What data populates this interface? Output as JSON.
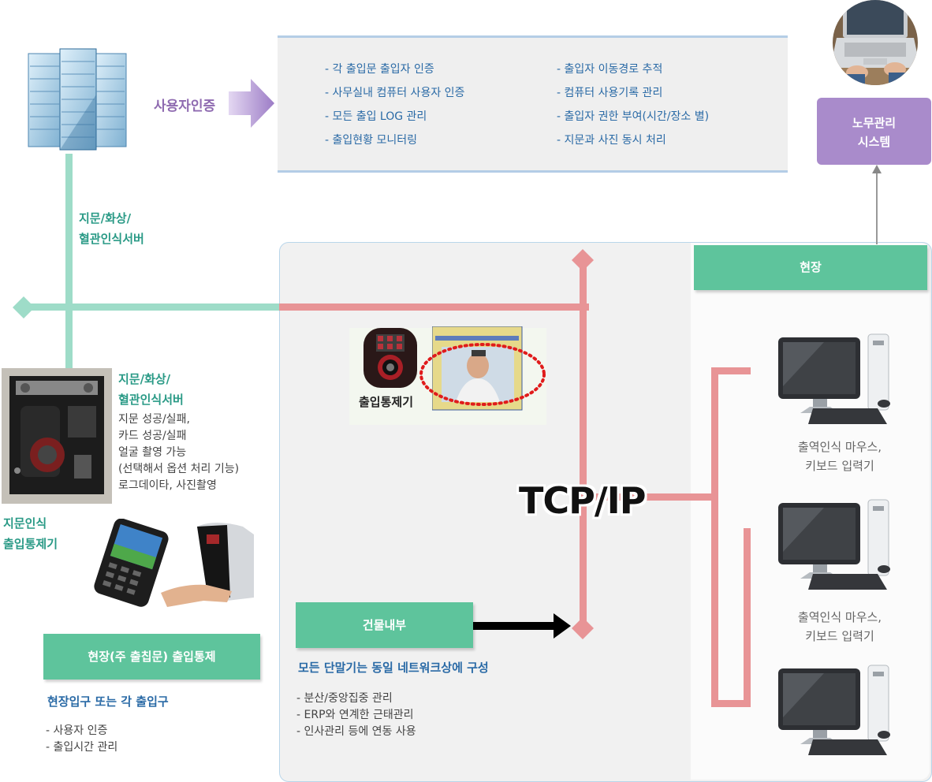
{
  "auth_arrow_label": "사용자인증",
  "features": {
    "left": [
      "- 각 출입문 출입자 인증",
      "- 사무실내 컴퓨터 사용자 인증",
      "- 모든 출입 LOG 관리",
      "- 출입현황 모니터링"
    ],
    "right": [
      "- 출입자 이동경로 추적",
      "- 컴퓨터 사용기록 관리",
      "- 출입자 권한 부여(시간/장소 별)",
      "- 지문과 사진 동시 처리"
    ]
  },
  "labor_system": {
    "line1": "노무관리",
    "line2": "시스템"
  },
  "server_label": {
    "line1": "지문/화상/",
    "line2": "혈관인식서버"
  },
  "controller_panel": {
    "title1": "지문/화상/",
    "title2": "혈관인식서버",
    "details": [
      "지문 성공/실패,",
      "카드 성공/실패",
      "얼굴 촬영 가능",
      "(선택해서 옵션 처리 기능)",
      "로그데이타, 사진촬영"
    ]
  },
  "fingerprint_controller": {
    "line1": "지문인식",
    "line2": "출입통제기"
  },
  "entrance_control_box": "현장(주 출칩문) 출입통제",
  "entrance_subtitle": "현장입구 또는 각 출입구",
  "entrance_items": [
    "- 사용자 인증",
    "- 출입시간 관리"
  ],
  "access_device_label": "출입통제기",
  "tcp_label": "TCP/IP",
  "site_box": "현장",
  "pc_labels": [
    {
      "line1": "출역인식 마우스,",
      "line2": "키보드 입력기"
    },
    {
      "line1": "출역인식 마우스,",
      "line2": "키보드 입력기"
    }
  ],
  "building_box": "건물내부",
  "building_subtitle": "모든 단말기는 동일 네트워크상에 구성",
  "building_items": [
    "- 분산/중앙집중 관리",
    "- ERP와 연계한 근태관리",
    "- 인사관리 등에 연동 사용"
  ],
  "colors": {
    "teal": "#9edcc8",
    "pink": "#e89496",
    "green": "#5ec49c",
    "purple": "#a98bcb",
    "blue_text": "#2a6aa6"
  }
}
